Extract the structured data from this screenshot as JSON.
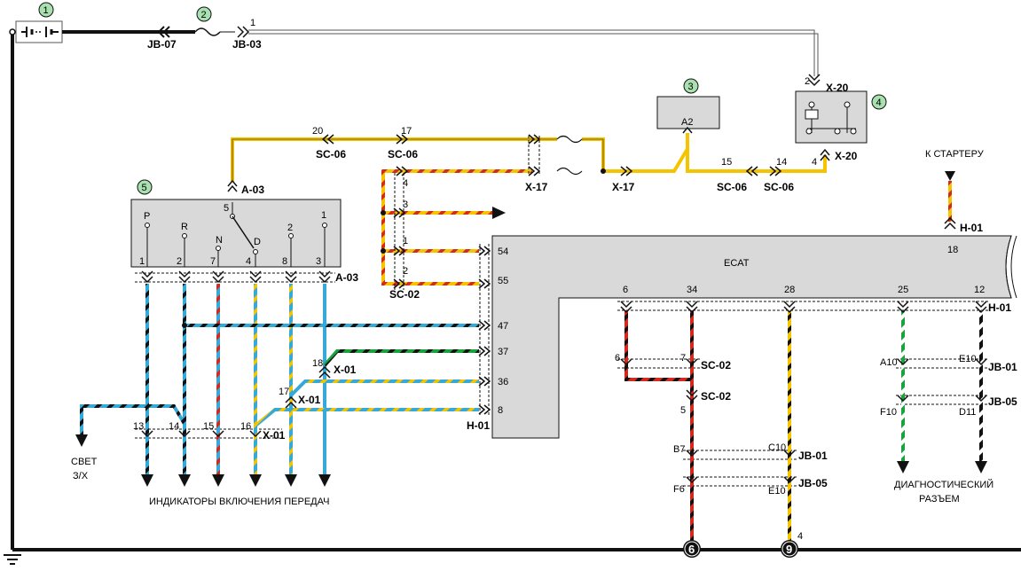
{
  "colors": {
    "yellow": "#f5c400",
    "red": "#d42a1e",
    "black": "#111111",
    "blue": "#36a9d8",
    "green": "#19a23d",
    "white": "#ffffff",
    "brown": "#b33c28",
    "module_fill": "#d9d9d9",
    "badge_fill": "#a8e0b0"
  },
  "badges": [
    "1",
    "2",
    "3",
    "4",
    "5"
  ],
  "top": {
    "jb07": "JB-07",
    "jb03": "JB-03",
    "pin1": "1"
  },
  "relay4": {
    "pin2": "2",
    "x20_top": "X-20",
    "pin4": "4",
    "x20_bot": "X-20"
  },
  "module3": {
    "label": "A2"
  },
  "yellow_run": {
    "p20": "20",
    "sc06a": "SC-06",
    "p17": "17",
    "sc06b": "SC-06",
    "x17a": "X-17",
    "x17b": "X-17",
    "p15": "15",
    "sc06c": "SC-06",
    "p14": "14",
    "sc06d": "SC-06"
  },
  "switch5": {
    "a03_top": "A-03",
    "pin5": "5",
    "positions": [
      "P",
      "R",
      "N",
      "D",
      "2",
      "1"
    ],
    "pins": [
      "1",
      "2",
      "7",
      "4",
      "8",
      "3"
    ],
    "a03_bottom": "A-03"
  },
  "sc02_group": {
    "pins_left": [
      "4",
      "3",
      "1",
      "2"
    ],
    "sc02": "SC-02",
    "ecat_pins": [
      "54",
      "55"
    ]
  },
  "ecat": {
    "label": "ECAT",
    "left_pins": [
      "47",
      "37",
      "36",
      "8"
    ],
    "h01_left": "H-01",
    "bottom_pins": [
      "6",
      "34",
      "28",
      "25",
      "12"
    ],
    "h01_bottom": "H-01",
    "top_pin": "18",
    "h01_top": "H-01",
    "starter": "К СТАРТЕРУ"
  },
  "x01": {
    "p18": "18",
    "x01a": "X-01",
    "p17": "17",
    "x01b": "X-01",
    "p13": "13",
    "p14": "14",
    "p15": "15",
    "p16": "16",
    "x01c": "X-01"
  },
  "bottom_left": {
    "light": "СВЕТ\nЗ/Х",
    "light_l1": "СВЕТ",
    "light_l2": "З/Х",
    "indicators": "ИНДИКАТОРЫ ВКЛЮЧЕНИЯ ПЕРЕДАЧ"
  },
  "right_group": {
    "p6": "6",
    "p7": "7",
    "sc02a": "SC-02",
    "sc02b": "SC-02",
    "p5": "5",
    "b7": "B7",
    "c10": "C10",
    "jb01a": "JB-01",
    "f6": "F6",
    "e10a": "E10",
    "jb05a": "JB-05",
    "a10": "A10",
    "e10b": "E10",
    "jb01b": "JB-01",
    "f10": "F10",
    "d11": "D11",
    "jb05b": "JB-05",
    "diag_l1": "ДИАГНОСТИЧЕСКИЙ",
    "diag_l2": "РАЗЪЕМ",
    "p4": "4",
    "g6": "6",
    "g9": "9"
  }
}
